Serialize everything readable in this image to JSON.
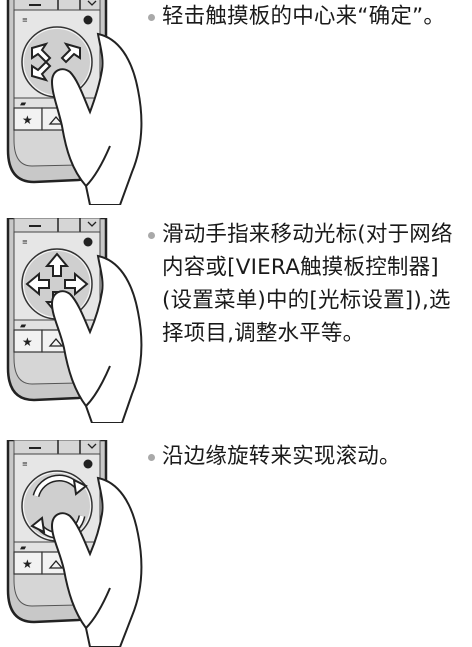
{
  "steps": [
    {
      "id": "tap",
      "gesture_icon": "tap-center-icon",
      "text": "轻击触摸板的中心来“确定”。"
    },
    {
      "id": "slide",
      "gesture_icon": "four-way-arrows-icon",
      "text": "滑动手指来移动光标(对于网络内容或[VIERA触摸板控制器](设置菜单)中的[光标设置]),选择项目,调整水平等。"
    },
    {
      "id": "rotate",
      "gesture_icon": "circular-arrows-icon",
      "text": "沿边缘旋转来实现滚动。"
    }
  ],
  "colors": {
    "bullet": "#a9a9a9",
    "device_body": "#c8c8c8",
    "text": "#1a1a1a"
  }
}
